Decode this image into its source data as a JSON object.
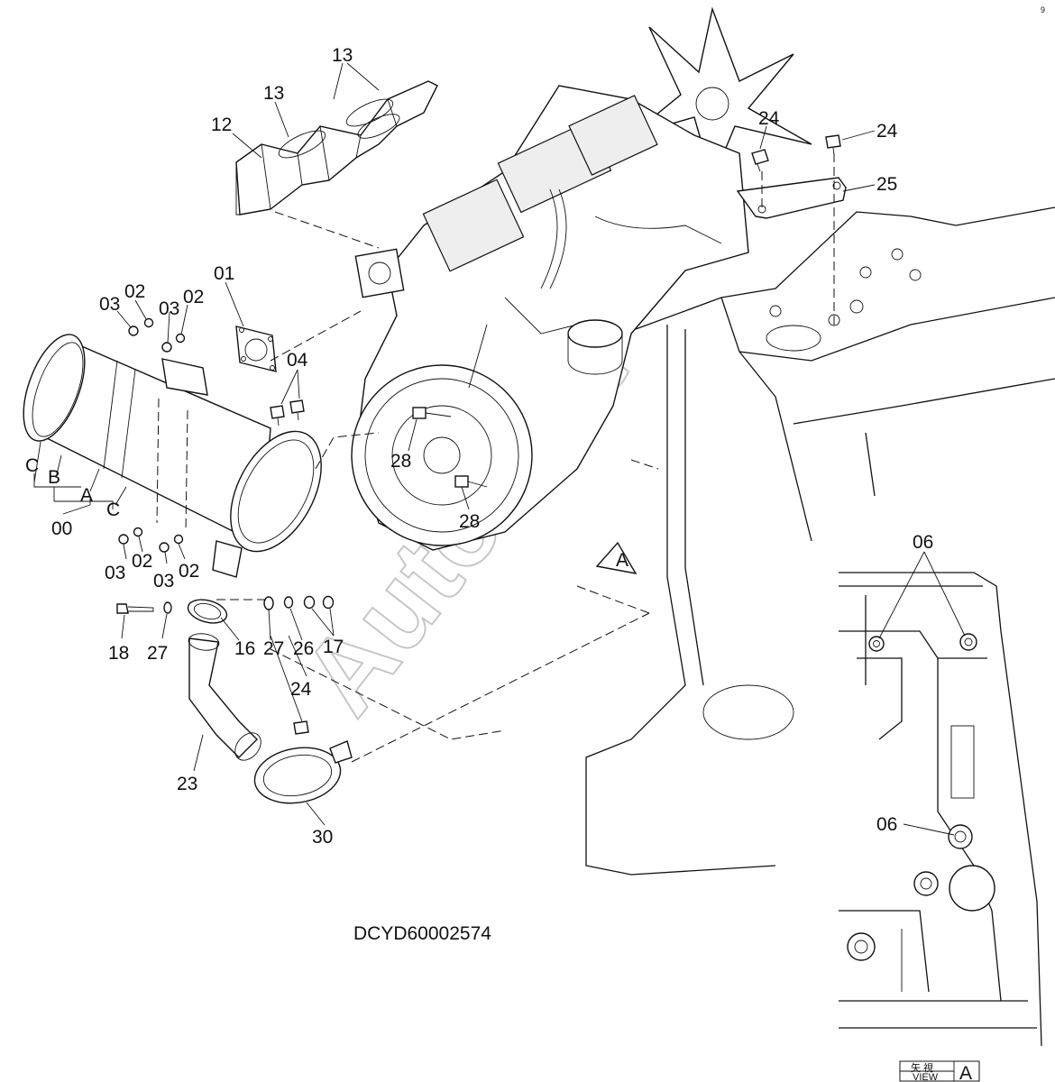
{
  "drawing_code": "DCYD60002574",
  "watermark": "Autosoft",
  "view_box": {
    "kanji": "矢 視",
    "view_label": "VIEW",
    "letter": "A"
  },
  "view_marker": "A",
  "corner_mark": "9",
  "callouts": {
    "p00": "00",
    "pA": "A",
    "pB": "B",
    "pC1": "C",
    "pC2": "C",
    "p01": "01",
    "p02a": "02",
    "p02b": "02",
    "p02c": "02",
    "p02d": "02",
    "p03a": "03",
    "p03b": "03",
    "p03c": "03",
    "p03d": "03",
    "p04": "04",
    "p06a": "06",
    "p06b": "06",
    "p12": "12",
    "p13a": "13",
    "p13b": "13",
    "p16": "16",
    "p17": "17",
    "p18": "18",
    "p23": "23",
    "p24a": "24",
    "p24b": "24",
    "p24c": "24",
    "p25": "25",
    "p26": "26",
    "p27a": "27",
    "p27b": "27",
    "p28a": "28",
    "p28b": "28",
    "p30": "30"
  }
}
